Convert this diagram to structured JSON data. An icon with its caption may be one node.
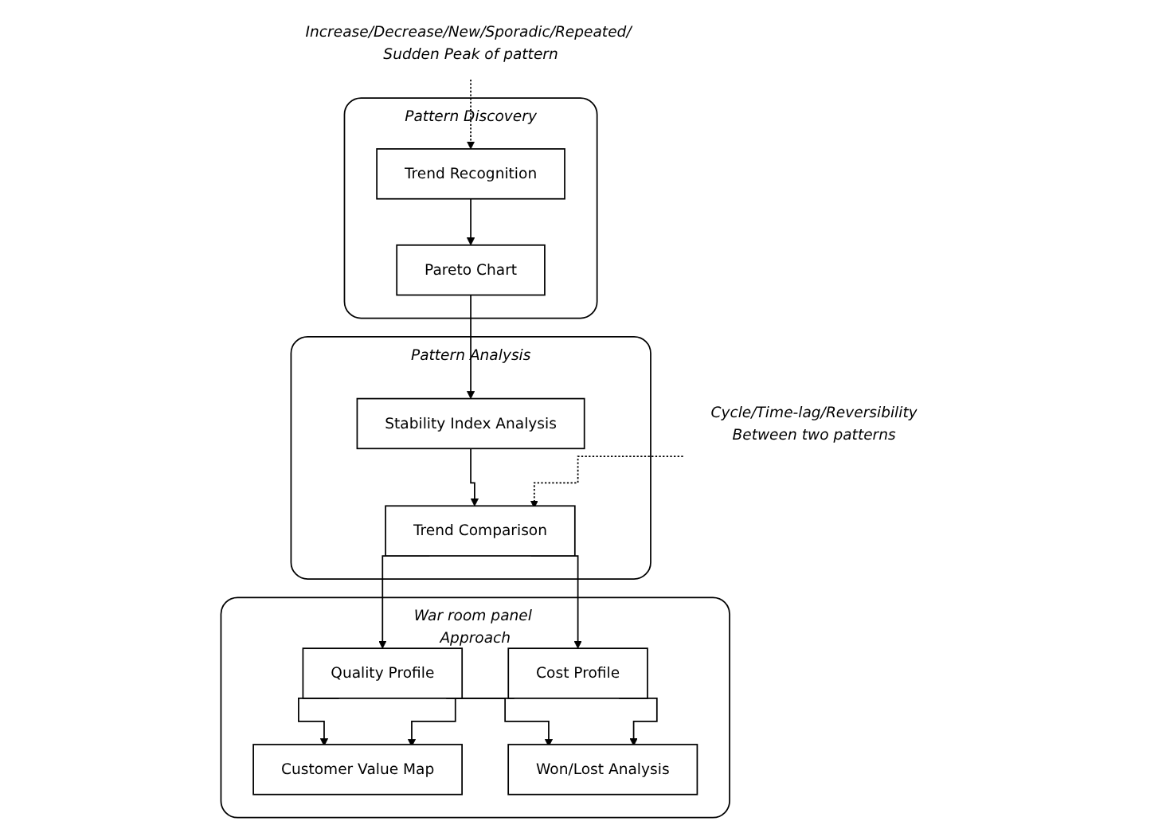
{
  "diagram": {
    "nodes": [
      {
        "text": [
          "Pattern Discovery"
        ]
      },
      {
        "text": [
          "Trend Recognition"
        ],
        "in": 0
      },
      {
        "text": [
          "Pareto Chart"
        ],
        "in": 0
      },
      {
        "text": [
          "Increase/Decrease/New/Sporadic/Repeated/ Sudden Peak of pattern"
        ]
      },
      {
        "text": [
          "Pattern Analysis"
        ]
      },
      {
        "text": [
          "Stability Index Analysis"
        ],
        "in": 4
      },
      {
        "text": [
          "Trend Comparison"
        ],
        "in": 4
      },
      {
        "text": [
          "Cycle/Time-lag/Reversibility",
          "Between two patterns"
        ]
      },
      {
        "text": [
          "War room panel Approach"
        ]
      },
      {
        "text": [
          "Quality Profile"
        ],
        "in": 8
      },
      {
        "text": [
          "Cost Profile"
        ],
        "in": 8
      },
      {
        "text": [
          "Customer Value Map"
        ],
        "in": 8
      },
      {
        "text": [
          "Won/Lost Analysis"
        ],
        "in": 8
      }
    ],
    "edges": [
      {
        "from": 1,
        "to": 2,
        "arrow": "to"
      },
      {
        "from": 3,
        "to": 1,
        "arrow": "to",
        "style": "dashed"
      },
      {
        "from": 2,
        "to": 5,
        "arrow": "to"
      },
      {
        "from": 5,
        "to": 6,
        "arrow": "to"
      },
      {
        "from": 7,
        "to": 6,
        "arrow": "to",
        "style": "dashed"
      },
      {
        "from": 6,
        "to": 9,
        "arrow": "to"
      },
      {
        "from": 6,
        "to": 10,
        "arrow": "to"
      },
      {
        "from": 9,
        "to": 11,
        "arrow": "to"
      },
      {
        "from": 9,
        "to": 12,
        "arrow": "to"
      },
      {
        "from": 10,
        "to": 11,
        "arrow": "to"
      },
      {
        "from": 10,
        "to": 12,
        "arrow": "to"
      }
    ]
  }
}
